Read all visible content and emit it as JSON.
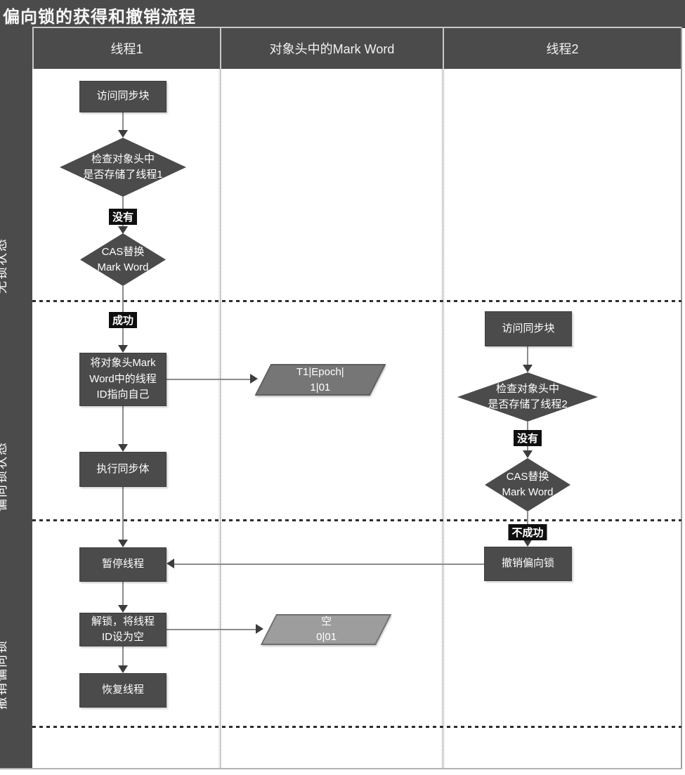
{
  "title": "偏向锁的获得和撤销流程",
  "header": {
    "thread1": "线程1",
    "markword": "对象头中的Mark Word",
    "thread2": "线程2"
  },
  "phases": {
    "p1": "无锁状态",
    "p2": "偏向锁状态",
    "p3": "撤销偏向锁"
  },
  "thread1": {
    "access": "访问同步块",
    "check": "检查对象头中\n是否存储了线程1",
    "no": "没有",
    "cas": "CAS替换\nMark Word",
    "success": "成功",
    "set_id": "将对象头Mark\nWord中的线程\nID指向自己",
    "exec": "执行同步体",
    "pause": "暂停线程",
    "unlock": "解锁，将线程\nID设为空",
    "resume": "恢复线程"
  },
  "markword": {
    "biased": "T1|Epoch|\n1|01",
    "empty": "空\n0|01"
  },
  "thread2": {
    "access": "访问同步块",
    "check": "检查对象头中\n是否存储了线程2",
    "no": "没有",
    "cas": "CAS替换\nMark Word",
    "fail": "不成功",
    "revoke": "撤销偏向锁"
  },
  "colors": {
    "chrome": "#4b4b4b",
    "node_fill": "#4b4b4b",
    "biased_fill": "#767676",
    "empty_fill": "#9d9d9d",
    "chip_bg": "#0f0f0f",
    "connector": "#8c8c8c",
    "dash": "#2e2e2e"
  }
}
